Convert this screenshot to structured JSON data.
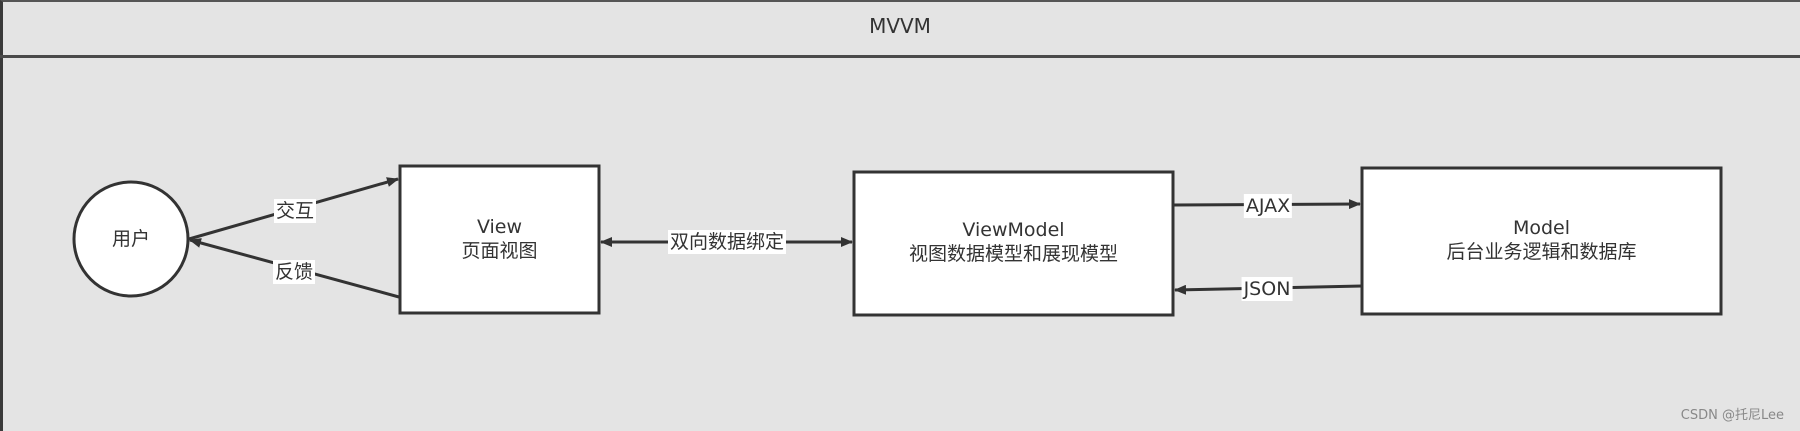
{
  "diagram": {
    "title": "MVVM",
    "nodes": {
      "user": {
        "label": "用户"
      },
      "view": {
        "line1": "View",
        "line2": "页面视图"
      },
      "viewmodel": {
        "line1": "ViewModel",
        "line2": "视图数据模型和展现模型"
      },
      "model": {
        "line1": "Model",
        "line2": "后台业务逻辑和数据库"
      }
    },
    "edges": {
      "interact": {
        "label": "交互",
        "from": "user",
        "to": "view"
      },
      "feedback": {
        "label": "反馈",
        "from": "view",
        "to": "user"
      },
      "binding": {
        "label": "双向数据绑定",
        "from": "view",
        "to": "viewmodel",
        "bidirectional": true
      },
      "ajax": {
        "label": "AJAX",
        "from": "viewmodel",
        "to": "model"
      },
      "json": {
        "label": "JSON",
        "from": "model",
        "to": "viewmodel"
      }
    },
    "colors": {
      "background": "#e4e4e4",
      "stroke": "#333333",
      "node_fill": "#ffffff"
    }
  },
  "watermark": "CSDN @托尼Lee"
}
